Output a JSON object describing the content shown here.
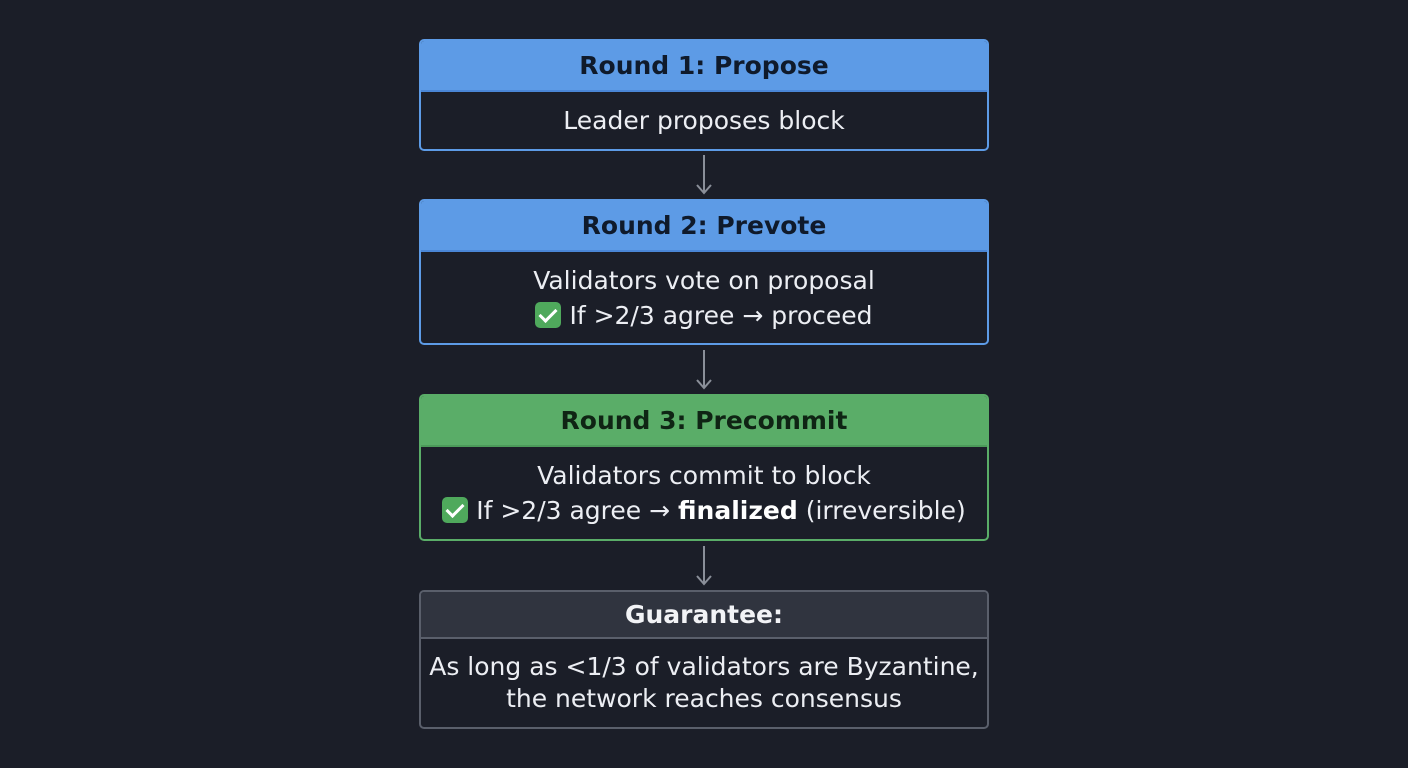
{
  "steps": [
    {
      "title": "Round 1: Propose",
      "line1": "Leader proposes block"
    },
    {
      "title": "Round 2: Prevote",
      "line1": "Validators vote on proposal",
      "line2_prefix": "If >2/3 agree",
      "arrow_glyph": "→",
      "line2_result": "proceed"
    },
    {
      "title": "Round 3: Precommit",
      "line1": "Validators commit to block",
      "line2_prefix": "If >2/3 agree",
      "arrow_glyph": "→",
      "line2_result_bold": "finalized",
      "line2_suffix": "(irreversible)"
    }
  ],
  "guarantee": {
    "title": "Guarantee:",
    "line1": "As long as <1/3 of validators are Byzantine,",
    "line2": "the network reaches consensus"
  },
  "icons": {
    "check": "check-mark-icon",
    "connector": "arrow-down-icon"
  },
  "colors": {
    "background": "#1b1e28",
    "propose_prevote_accent": "#5d9be6",
    "precommit_accent": "#5aad68",
    "guarantee_border": "#5a5f6b",
    "connector": "#8a8f99"
  }
}
